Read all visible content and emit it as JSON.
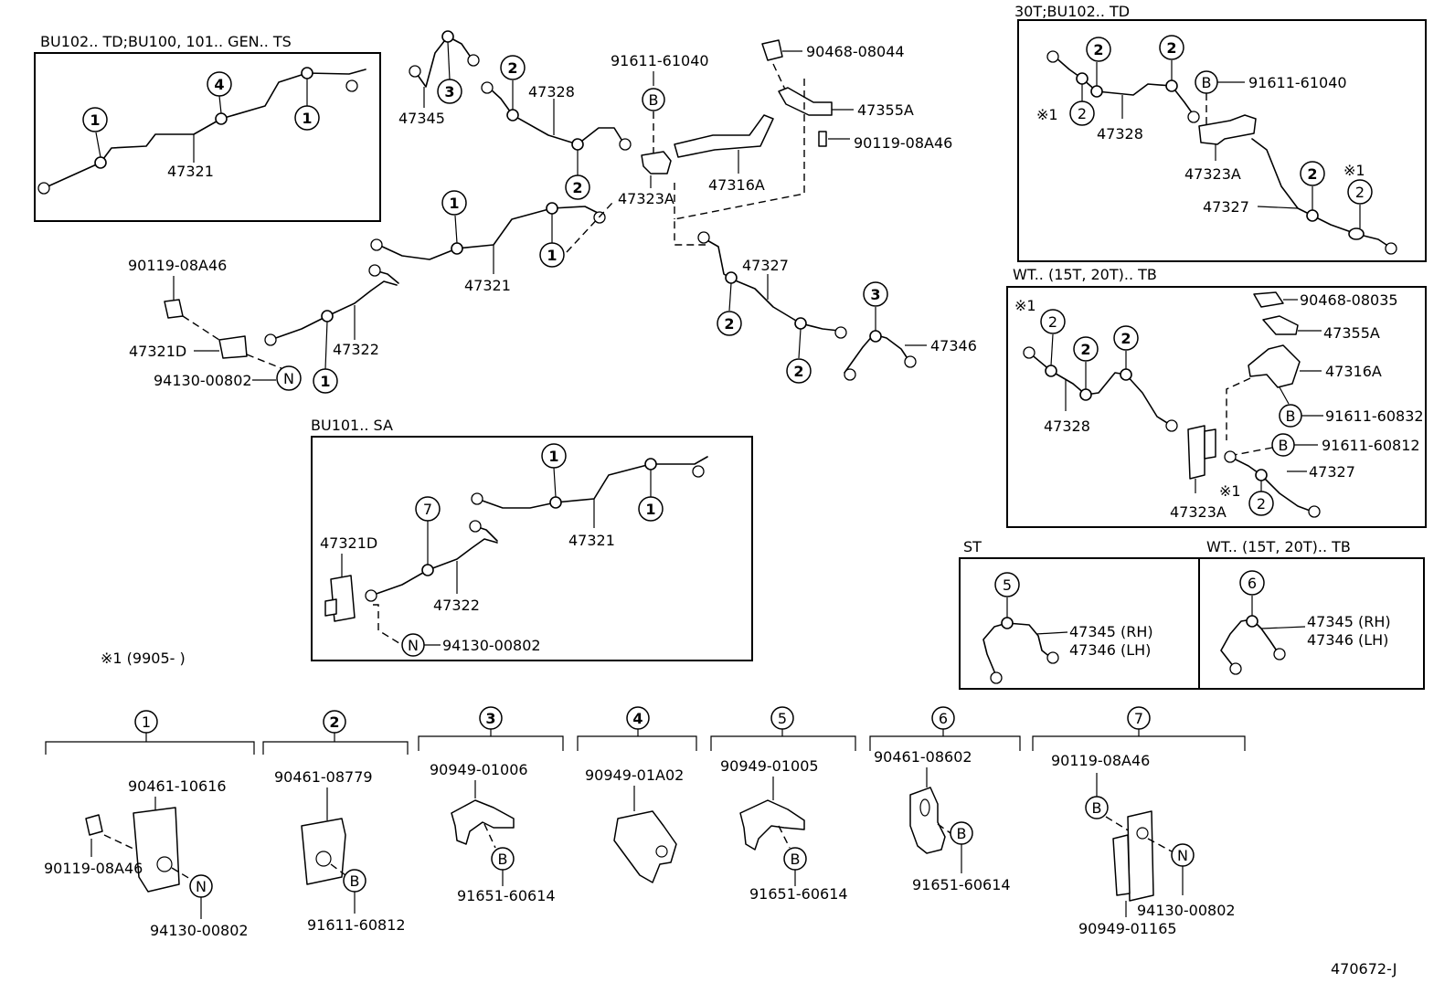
{
  "boxes": {
    "bu102_ts": "BU102.. TD;BU100, 101.. GEN.. TS",
    "t30_bu102": "30T;BU102.. TD",
    "wt_tb": "WT.. (15T, 20T).. TB",
    "bu101_sa": "BU101.. SA",
    "st": "ST",
    "wt_tb_small": "WT.. (15T, 20T).. TB"
  },
  "note": "※1 (9905-      )",
  "asterisk": "※1",
  "figure_id": "470672-J",
  "parts": {
    "p47321": "47321",
    "p47322": "47322",
    "p47321D": "47321D",
    "p47328": "47328",
    "p47345": "47345",
    "p47346": "47346",
    "p47327": "47327",
    "p47316A": "47316A",
    "p47323A": "47323A",
    "p47355A": "47355A",
    "p47345rh": "47345 (RH)",
    "p47346lh": "47346 (LH)",
    "p90119_08A46": "90119-08A46",
    "p94130_00802": "94130-00802",
    "p91611_61040": "91611-61040",
    "p90468_08044": "90468-08044",
    "p90468_08035": "90468-08035",
    "p91611_60832": "91611-60832",
    "p91611_60812": "91611-60812",
    "p90461_10616": "90461-10616",
    "p90461_08779": "90461-08779",
    "p90949_01006": "90949-01006",
    "p90949_01A02": "90949-01A02",
    "p90949_01005": "90949-01005",
    "p90461_08602": "90461-08602",
    "p91651_60614": "91651-60614",
    "p90949_01165": "90949-01165"
  },
  "callouts": {
    "c1": "1",
    "c2": "2",
    "c3": "3",
    "c4": "4",
    "c5": "5",
    "c6": "6",
    "c7": "7",
    "B": "B",
    "N": "N"
  }
}
